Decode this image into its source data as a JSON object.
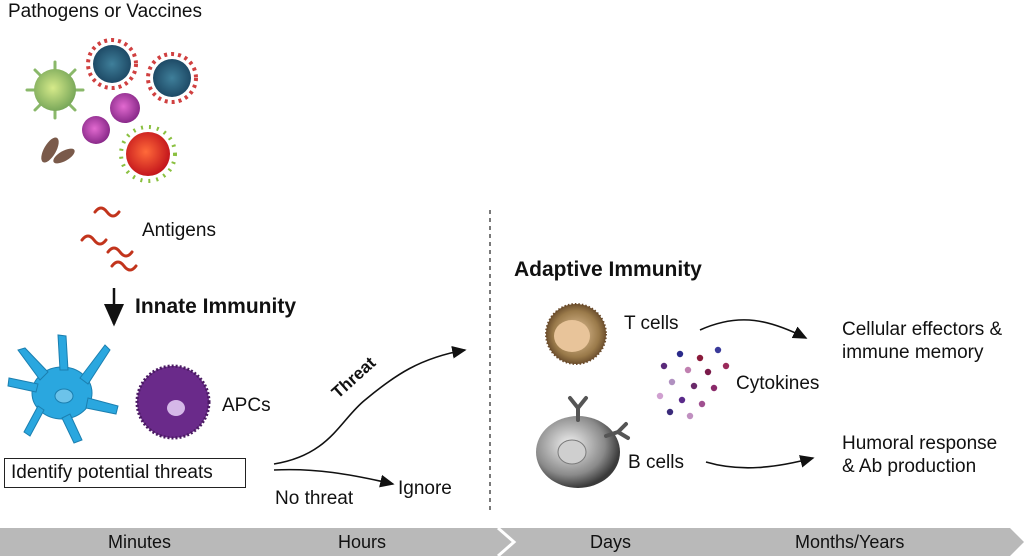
{
  "labels": {
    "pathogens": "Pathogens or Vaccines",
    "antigens": "Antigens",
    "innate": "Innate Immunity",
    "apcs": "APCs",
    "identify": "Identify potential threats",
    "threat": "Threat",
    "no_threat": "No threat",
    "ignore": "Ignore",
    "adaptive": "Adaptive Immunity",
    "t_cells": "T cells",
    "b_cells": "B cells",
    "cytokines": "Cytokines",
    "cellular_1": "Cellular effectors &",
    "cellular_2": "immune memory",
    "humoral_1": "Humoral response",
    "humoral_2": "& Ab production"
  },
  "timeline": [
    "Minutes",
    "Hours",
    "Days",
    "Months/Years"
  ],
  "colors": {
    "timeline": "#b9b9b9",
    "dendritic": "#2aa7df",
    "apc_purple": "#6a2a8a",
    "t_cell": "#9a7a4a",
    "b_cell": "#8a8a8a"
  }
}
